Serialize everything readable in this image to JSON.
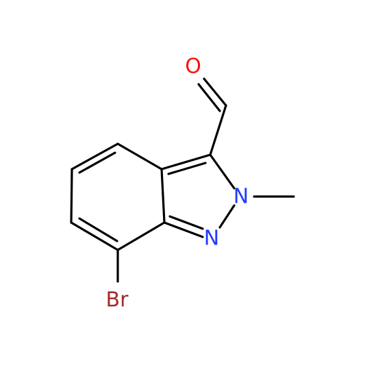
{
  "colors": {
    "background": "#ffffff",
    "bond": "#000000",
    "oxygen": "#ff0d0d",
    "nitrogen": "#1f3bff",
    "bromine": "#a52a2a"
  },
  "atoms": {
    "oxygen": {
      "symbol": "O"
    },
    "nitrogen_n2": {
      "symbol": "N"
    },
    "nitrogen_n1": {
      "symbol": "N"
    },
    "bromine": {
      "symbol": "Br"
    }
  }
}
